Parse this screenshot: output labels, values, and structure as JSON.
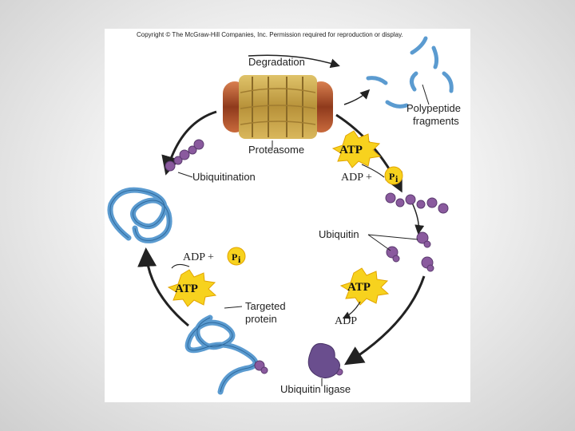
{
  "copyright": "Copyright © The McGraw-Hill Companies, Inc. Permission required for reproduction or display.",
  "labels": {
    "degradation": "Degradation",
    "polypeptide_line1": "Polypeptide",
    "polypeptide_line2": "fragments",
    "proteasome": "Proteasome",
    "ubiquitination": "Ubiquitination",
    "ubiquitin": "Ubiquitin",
    "targeted_line1": "Targeted",
    "targeted_line2": "protein",
    "ubiquitin_ligase": "Ubiquitin ligase"
  },
  "energy": {
    "atp": "ATP",
    "adp_plus": "ADP +",
    "adp": "ADP",
    "pi": "P",
    "pi_sub": "i"
  },
  "colors": {
    "protein": "#5b9bd0",
    "ubiquitin": "#8a5a9e",
    "ligase": "#6a4e8e",
    "atp_burst": "#f7d21e",
    "proteasome_core": "#c8a24a",
    "proteasome_cap": "#b0502a"
  }
}
